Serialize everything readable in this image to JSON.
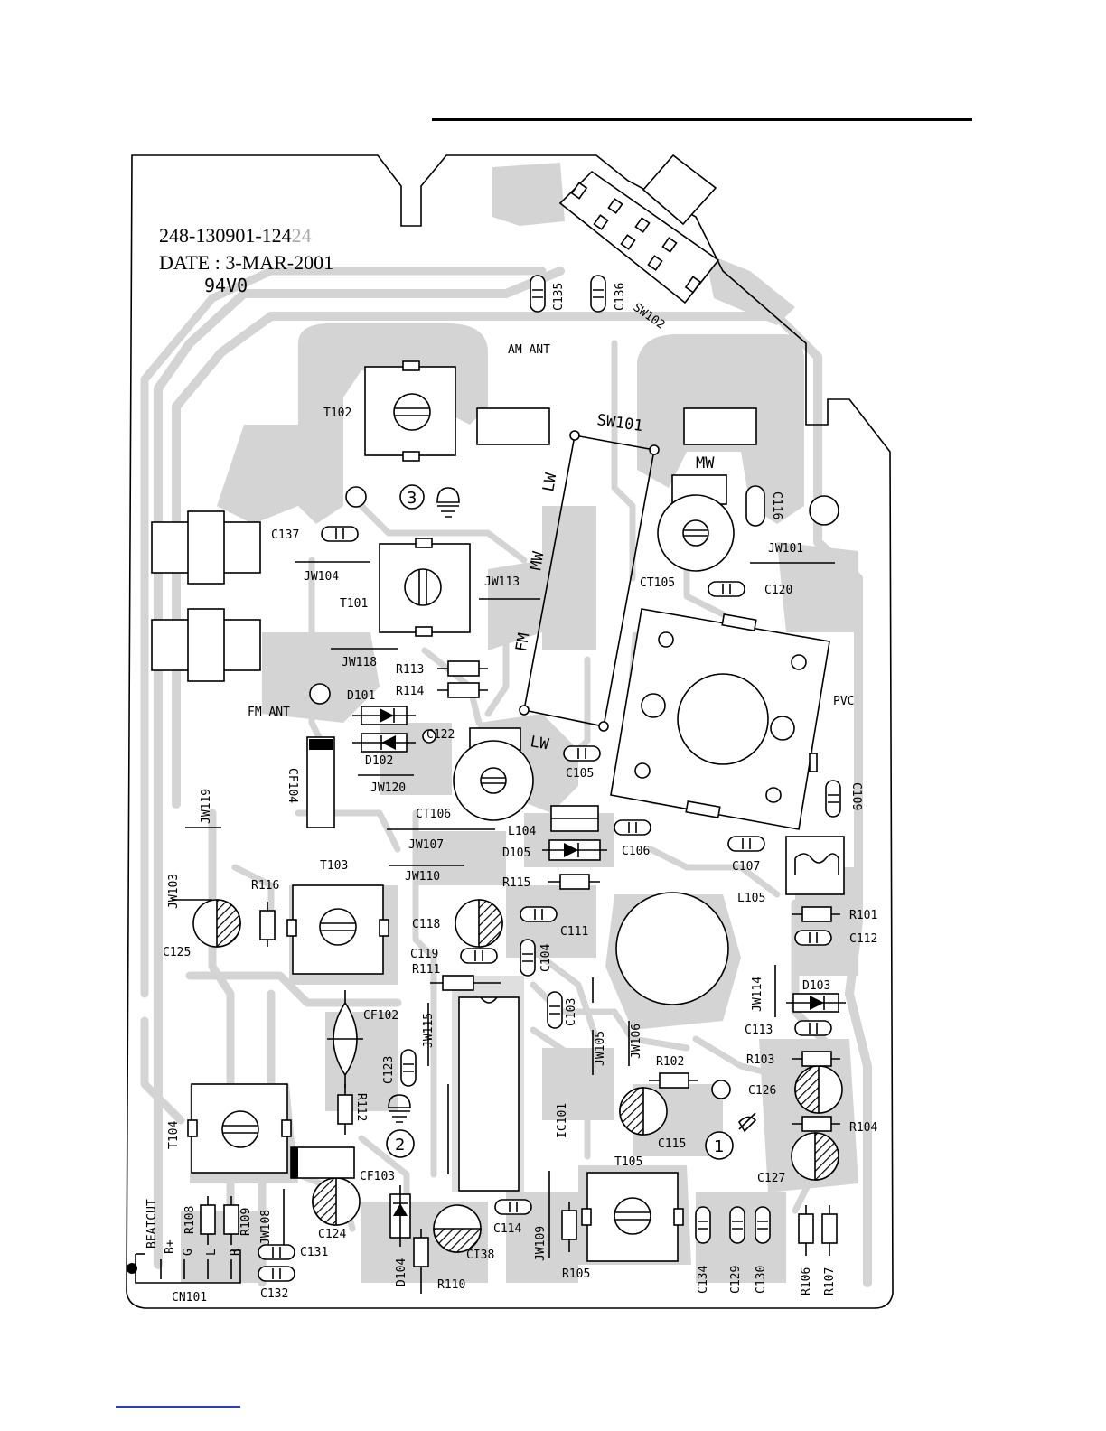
{
  "board": {
    "part_number": "248-130901-124",
    "part_number_ghost": "24",
    "date_line": "DATE : 3-MAR-2001",
    "rating": "94V0"
  },
  "labels": {
    "am_ant": "AM ANT",
    "fm_ant": "FM ANT",
    "sw101": "SW101",
    "sw102": "SW102",
    "band_lw_top": "LW",
    "band_mw": "MW",
    "band_fm": "FM",
    "band_lw_bottom": "LW",
    "mw": "MW",
    "pvc": "PVC",
    "t101": "T101",
    "t102": "T102",
    "t103": "T103",
    "t104": "T104",
    "t105": "T105",
    "ct105": "CT105",
    "ct106": "CT106",
    "cf102": "CF102",
    "cf103": "CF103",
    "cf104": "CF104",
    "ic101": "IC101",
    "l104": "L104",
    "l105": "L105",
    "d101": "D101",
    "d102": "D102",
    "d103": "D103",
    "d104": "D104",
    "d105": "D105",
    "r101": "R101",
    "r102": "R102",
    "r103": "R103",
    "r104": "R104",
    "r105": "R105",
    "r106": "R106",
    "r107": "R107",
    "r108": "R108",
    "r109": "R109",
    "r110": "R110",
    "r111": "R111",
    "r112": "R112",
    "r113": "R113",
    "r114": "R114",
    "r115": "R115",
    "r116": "R116",
    "c103": "C103",
    "c104": "C104",
    "c105": "C105",
    "c106": "C106",
    "c107": "C107",
    "c109": "C109",
    "c111": "C111",
    "c112": "C112",
    "c113": "C113",
    "c114": "C114",
    "c115": "C115",
    "c116": "C116",
    "c118": "C118",
    "c119": "C119",
    "c120": "C120",
    "c122": "C122",
    "c123": "C123",
    "c124": "C124",
    "c125": "C125",
    "c126": "C126",
    "c127": "C127",
    "c129": "C129",
    "c130": "C130",
    "c131": "C131",
    "c132": "C132",
    "c134": "C134",
    "c135": "C135",
    "c136": "C136",
    "c137": "C137",
    "ci38": "CI38",
    "jw101": "JW101",
    "jw103": "JW103",
    "jw104": "JW104",
    "jw105": "JW105",
    "jw106": "JW106",
    "jw107": "JW107",
    "jw108": "JW108",
    "jw109": "JW109",
    "jw110": "JW110",
    "jw113": "JW113",
    "jw114": "JW114",
    "jw115": "JW115",
    "jw118": "JW118",
    "jw119": "JW119",
    "jw120": "JW120",
    "cn101": "CN101",
    "beatcut": "BEATCUT",
    "pin_bplus": "B+",
    "pin_g": "G",
    "pin_l": "L",
    "pin_r": "R",
    "screw_1": "1",
    "screw_2": "2",
    "screw_3": "3"
  },
  "colors": {
    "copper": "#d4d4d4",
    "ink": "#000000",
    "footer_rule": "#2a3ec0"
  }
}
